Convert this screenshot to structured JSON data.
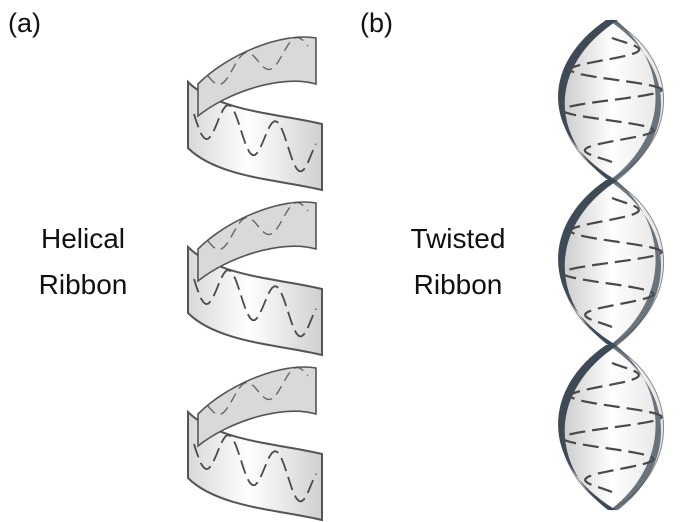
{
  "panels": [
    {
      "label": "(a)",
      "caption_lines": [
        "Helical",
        "Ribbon"
      ]
    },
    {
      "label": "(b)",
      "caption_lines": [
        "Twisted",
        "Ribbon"
      ]
    }
  ],
  "colors": {
    "ribbon_outline": "#555555",
    "ribbon_fill": "#f3f3f3",
    "ribbon_shadow": "#d9d9d9",
    "twisted_edge": "#3f4a57",
    "dash": "#4a4a4a"
  }
}
